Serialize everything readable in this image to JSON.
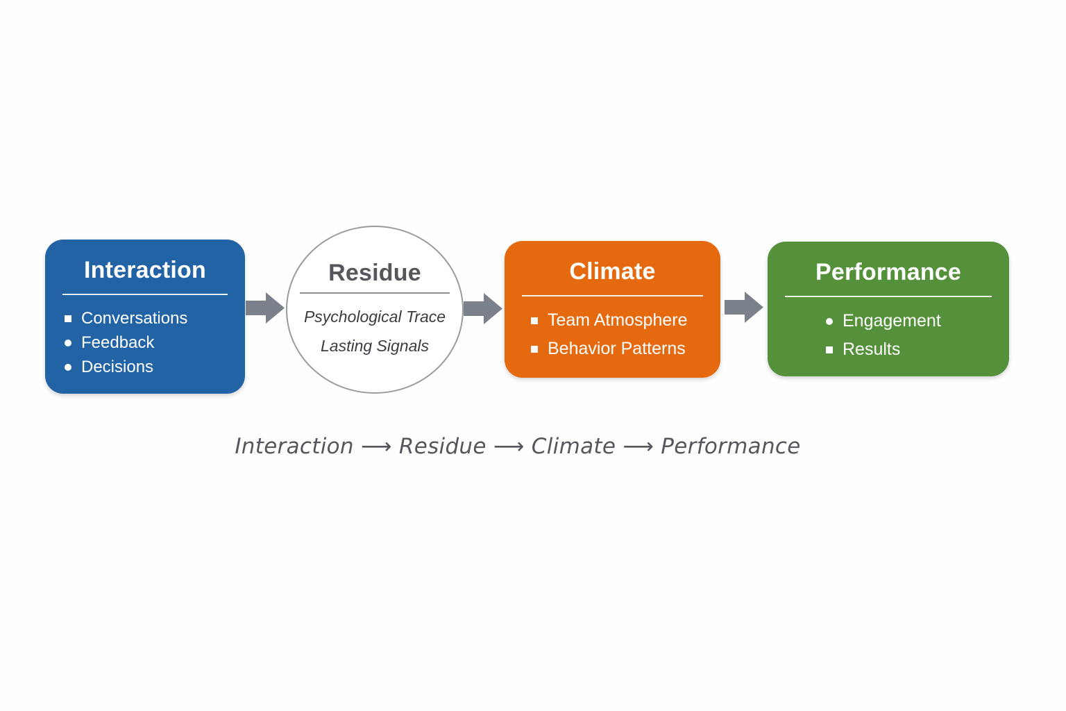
{
  "background_color": "#fefefe",
  "nodes": [
    {
      "id": "interaction",
      "title": "Interaction",
      "shape": "rounded-rectangle",
      "fill_color": "#2263a5",
      "text_color": "#ffffff",
      "items": [
        {
          "bullet": "square",
          "label": "Conversations"
        },
        {
          "bullet": "dot",
          "label": "Feedback"
        },
        {
          "bullet": "dot",
          "label": "Decisions"
        }
      ]
    },
    {
      "id": "residue",
      "title": "Residue",
      "shape": "circle",
      "fill_color": "#ffffff",
      "border_color": "#9a9a9a",
      "title_color": "#55575c",
      "body_color": "#393c42",
      "items": [
        {
          "bullet": "none",
          "label": "Psychological Trace"
        },
        {
          "bullet": "none",
          "label": "Lasting Signals"
        }
      ]
    },
    {
      "id": "climate",
      "title": "Climate",
      "shape": "rounded-rectangle",
      "fill_color": "#e5690f",
      "text_color": "#ffffff",
      "items": [
        {
          "bullet": "square",
          "label": "Team Atmosphere"
        },
        {
          "bullet": "square",
          "label": "Behavior Patterns"
        }
      ]
    },
    {
      "id": "performance",
      "title": "Performance",
      "shape": "rounded-rectangle",
      "fill_color": "#55903a",
      "text_color": "#ffffff",
      "items": [
        {
          "bullet": "dot",
          "label": "Engagement"
        },
        {
          "bullet": "square",
          "label": "Results"
        }
      ]
    }
  ],
  "arrows": {
    "count": 3,
    "direction": "right",
    "color": "#7b818a"
  },
  "caption": {
    "text": "Interaction ⟶ Residue ⟶ Climate ⟶ Performance",
    "color": "#54575d"
  }
}
